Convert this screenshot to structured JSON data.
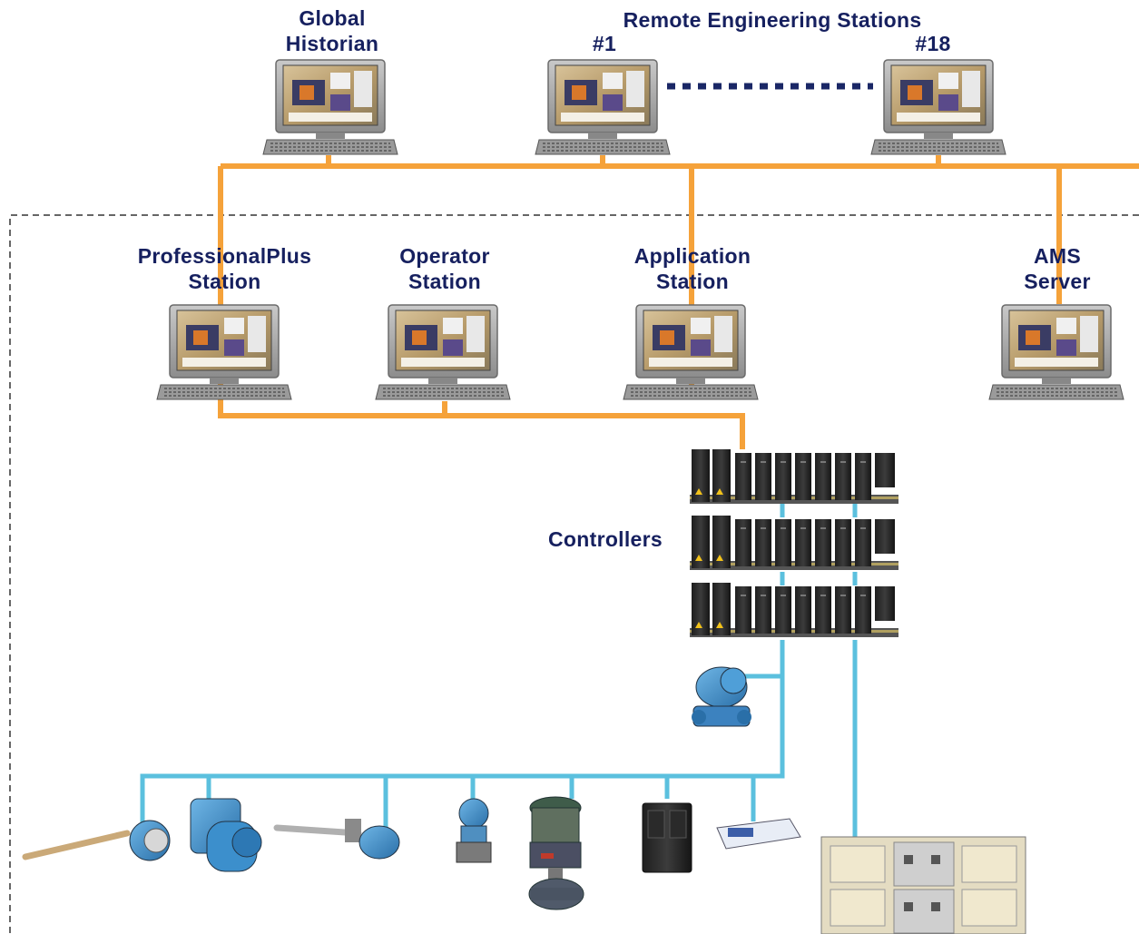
{
  "labels": {
    "global_historian": [
      "Global",
      "Historian"
    ],
    "remote_engineering": "Remote Engineering Stations",
    "remote_first": "#1",
    "remote_last": "#18",
    "professionalplus": [
      "ProfessionalPlus",
      "Station"
    ],
    "operator": [
      "Operator",
      "Station"
    ],
    "application": [
      "Application",
      "Station"
    ],
    "ams": [
      "AMS",
      "Server"
    ],
    "controllers": "Controllers"
  },
  "colors": {
    "control_network": "#f5a23a",
    "fieldbus": "#5bc0de",
    "label_text": "#16205f",
    "boundary": "#333333",
    "remote_link": "#1a2766"
  },
  "icons": {
    "workstation": "computer-workstation-icon",
    "controller": "controller-rack-icon",
    "transmitter": "pressure-transmitter-icon",
    "valve": "control-valve-icon",
    "io_rack": "io-cabinet-icon"
  }
}
